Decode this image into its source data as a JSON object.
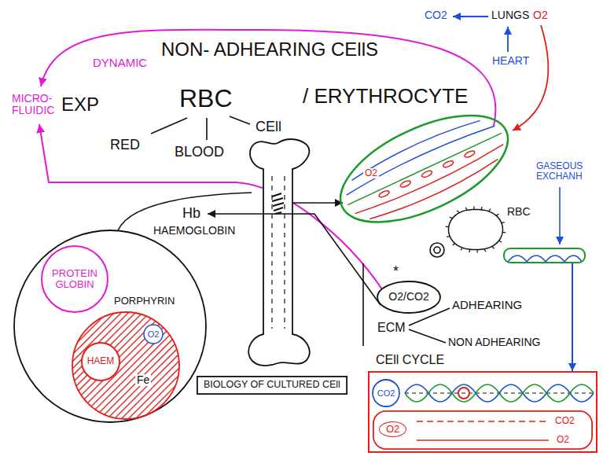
{
  "diagram": {
    "nodes": [
      {
        "text": [
          "O2"
        ]
      },
      {
        "text": [
          "RBC"
        ]
      },
      {
        "text": [
          "GASEOUS EXCHANH"
        ]
      },
      {
        "text": [
          "PORPHYRIN"
        ]
      },
      {
        "text": [
          "PROTEIN GLOBIN"
        ],
        "in": 3
      },
      {
        "text": [
          "Fe"
        ],
        "in": 3
      },
      {
        "text": [
          "HAEM"
        ],
        "in": 5
      },
      {
        "text": [
          "O2"
        ],
        "in": 5
      },
      {
        "text": [
          "O2/CO2"
        ]
      },
      {
        "text": [
          "BIOLOGY OF CULTURED CEll"
        ]
      },
      {
        "text": [
          "CEll CYCLE"
        ]
      },
      {
        "text": [
          "CO2"
        ],
        "in": 10
      },
      {
        "text": [
          "O2",
          "CO2",
          "O2"
        ],
        "in": 10
      }
    ],
    "edges": [
      {
        "from": 2,
        "to": 10,
        "arrow": "to"
      }
    ],
    "labels": [
      "DYNAMIC",
      "MICRO- FLUIDIC",
      "NON- ADHEARING CEllS",
      "EXP",
      "RBC",
      "/ ERYTHROCYTE",
      "RED",
      "BLOOD",
      "CEll",
      "Hb",
      "HAEMOGLOBIN",
      "CO2",
      "LUNGS",
      "O2",
      "HEART",
      "*",
      "ECM",
      "ADHEARING",
      "NON ADHEARING"
    ]
  }
}
